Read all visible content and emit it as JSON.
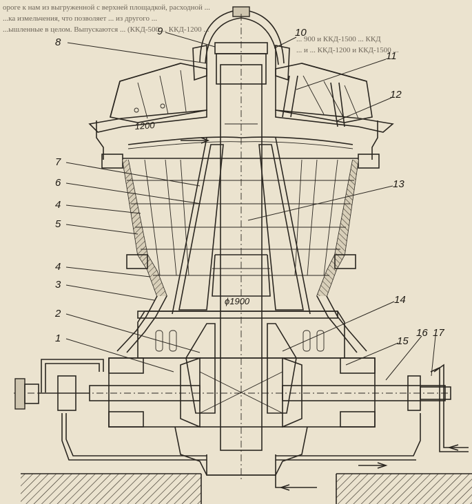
{
  "figure": {
    "background_text": [
      "ороге к нам из выгруженной с верхней площадкой, расходной ...",
      "...ка измельчения, что позволяет ... из другого ...",
      "...ышленные в целом. Выпускаются ... (ККД-500 ... ККД-1200 ...",
      "... 900 и ККД-1500 ... ККД",
      "... и ... ККД-1200 и ККД-1500 ..."
    ],
    "part_labels": [
      "1",
      "2",
      "3",
      "4",
      "4",
      "5",
      "6",
      "7",
      "8",
      "9",
      "10",
      "11",
      "12",
      "13",
      "14",
      "15",
      "16",
      "17"
    ],
    "dimension_labels": [
      "1200",
      "ϕ1900"
    ],
    "colors": {
      "paper": "#ebe3cf",
      "ink": "#2a2620",
      "hatch_fill": "#cfc6b0"
    }
  }
}
